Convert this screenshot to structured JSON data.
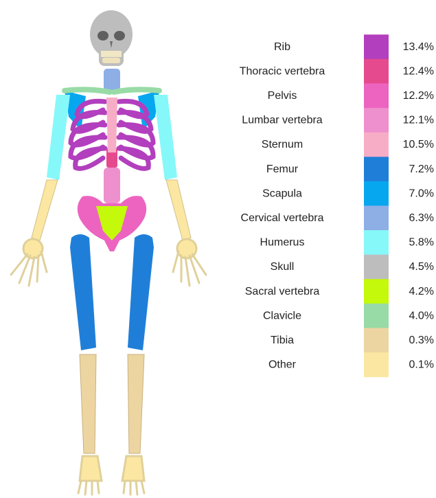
{
  "chart_data": {
    "type": "bar",
    "title": "",
    "categories": [
      "Rib",
      "Thoracic vertebra",
      "Pelvis",
      "Lumbar vertebra",
      "Sternum",
      "Femur",
      "Scapula",
      "Cervical vertebra",
      "Humerus",
      "Skull",
      "Sacral vertebra",
      "Clavicle",
      "Tibia",
      "Other"
    ],
    "values": [
      13.4,
      12.4,
      12.2,
      12.1,
      10.5,
      7.2,
      7.0,
      6.3,
      5.8,
      4.5,
      4.2,
      4.0,
      0.3,
      0.1
    ],
    "value_labels": [
      "13.4%",
      "12.4%",
      "12.2%",
      "12.1%",
      "10.5%",
      "7.2%",
      "7.0%",
      "6.3%",
      "5.8%",
      "4.5%",
      "4.2%",
      "4.0%",
      "0.3%",
      "0.1%"
    ],
    "colors": [
      "#b23fbd",
      "#e64a8e",
      "#ec64c0",
      "#ee8fce",
      "#f8adc7",
      "#1f7fd8",
      "#07a7ef",
      "#8eaee6",
      "#86f8f9",
      "#bdbdbd",
      "#c5f90b",
      "#98dba6",
      "#edd5a2",
      "#fbe7a1"
    ],
    "unit": "%"
  },
  "figure": {
    "bone_colors": {
      "rib": "#b23fbd",
      "thoracic_vertebra": "#e64a8e",
      "pelvis": "#ec64c0",
      "lumbar_vertebra": "#ee8fce",
      "sternum": "#f8adc7",
      "femur": "#1f7fd8",
      "scapula": "#07a7ef",
      "cervical_vertebra": "#8eaee6",
      "humerus": "#86f8f9",
      "skull": "#bdbdbd",
      "sacral_vertebra": "#c5f90b",
      "clavicle": "#98dba6",
      "tibia": "#edd5a2",
      "other": "#fbe7a1"
    }
  }
}
